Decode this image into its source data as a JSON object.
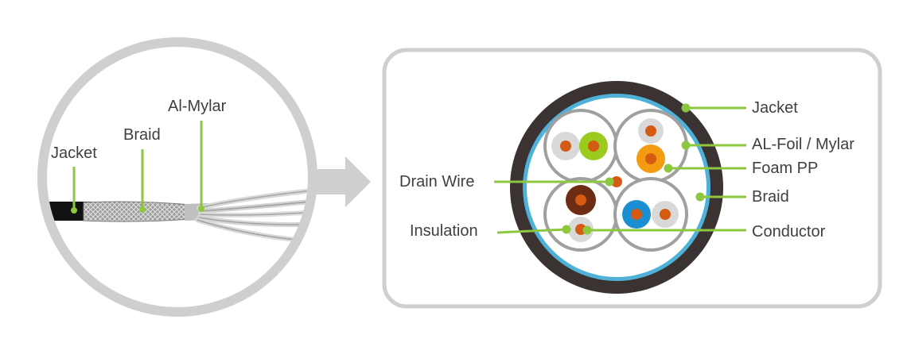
{
  "colors": {
    "accent": "#8dc63f",
    "frame": "#cfcfcf",
    "jacket": "#3b3232",
    "braid_ring": "#4fb0d8",
    "text": "#3f3f3f"
  },
  "left_view": {
    "labels": {
      "jacket": "Jacket",
      "braid": "Braid",
      "al_mylar": "Al-Mylar"
    }
  },
  "cross_section": {
    "labels": {
      "jacket": "Jacket",
      "al_foil": "AL-Foil / Mylar",
      "foam_pp": "Foam PP",
      "braid": "Braid",
      "conductor": "Conductor",
      "drain_wire": "Drain Wire",
      "insulation": "Insulation"
    },
    "pairs": [
      {
        "position": "top-left",
        "wire_a": "#d9d9d9",
        "wire_b": "#9ccb1e"
      },
      {
        "position": "top-right",
        "wire_a": "#d9d9d9",
        "wire_b": "#f39c12"
      },
      {
        "position": "bottom-left",
        "wire_a": "#6e2c14",
        "wire_b": "#d9d9d9"
      },
      {
        "position": "bottom-right",
        "wire_a": "#1b8fd1",
        "wire_b": "#d9d9d9"
      }
    ],
    "conductor_color": "#d55a14"
  }
}
